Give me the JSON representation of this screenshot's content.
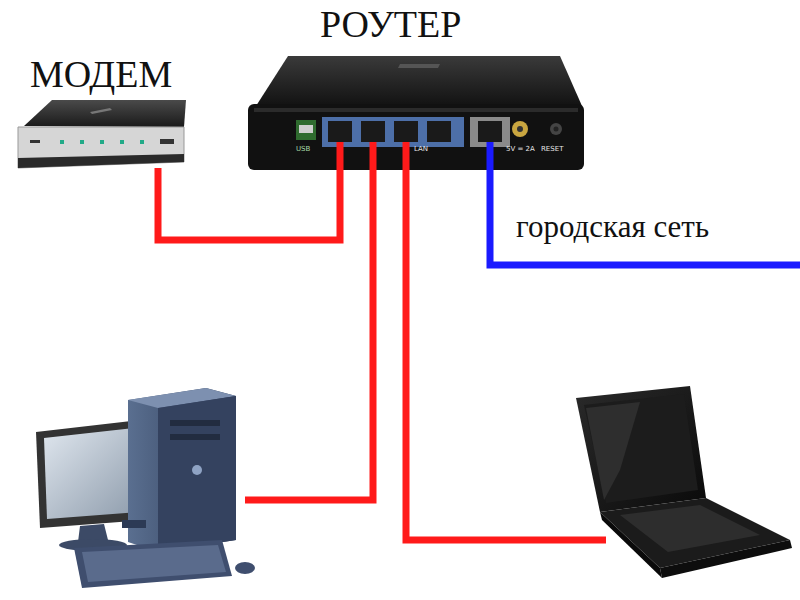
{
  "diagram": {
    "nodes": [
      {
        "text": [
          "МОДЕМ"
        ]
      },
      {
        "text": [
          "РОУТЕР"
        ]
      }
    ],
    "edges": [
      {
        "from": 0,
        "to": 1,
        "arrow": "none"
      }
    ],
    "labels": [
      "USB",
      "LAN",
      "5V = 2A",
      "RESET",
      "городская сеть"
    ]
  }
}
